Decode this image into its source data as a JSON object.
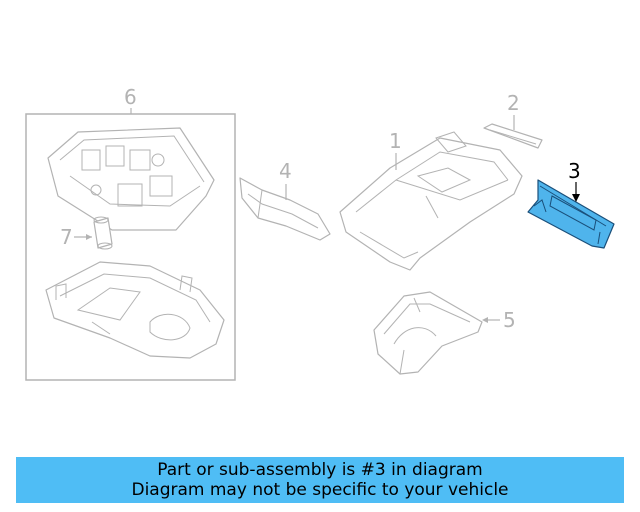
{
  "diagram": {
    "callouts": [
      {
        "number": "6",
        "active": false
      },
      {
        "number": "2",
        "active": false
      },
      {
        "number": "1",
        "active": false
      },
      {
        "number": "4",
        "active": false
      },
      {
        "number": "3",
        "active": true
      },
      {
        "number": "7",
        "active": false
      },
      {
        "number": "5",
        "active": false
      }
    ],
    "highlight_color": "#4fb4ec",
    "line_color": "#b3b3b3"
  },
  "banner": {
    "line1": "Part or sub-assembly is #3 in diagram",
    "line2": "Diagram may not be specific to your vehicle",
    "background": "#4fbdf5"
  }
}
